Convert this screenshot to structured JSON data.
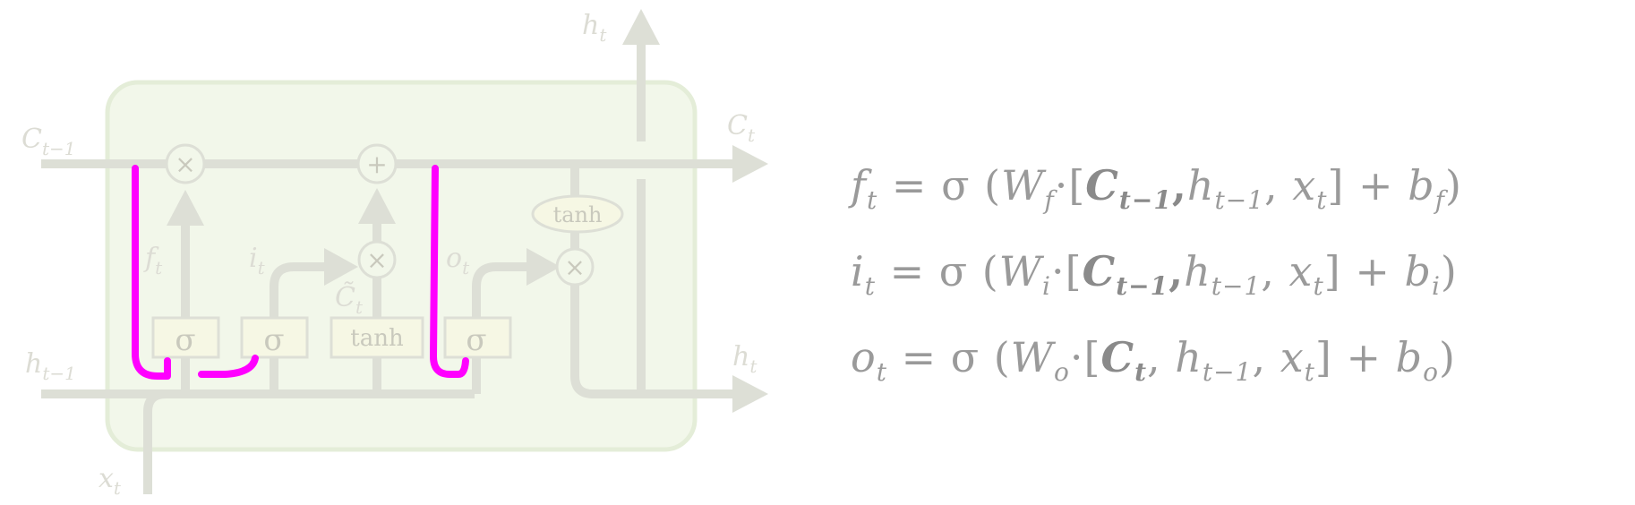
{
  "diagram": {
    "labels": {
      "h_t_top": {
        "base": "h",
        "sub": "t"
      },
      "c_prev": {
        "base": "C",
        "sub": "t−1"
      },
      "c_t": {
        "base": "C",
        "sub": "t"
      },
      "h_prev": {
        "base": "h",
        "sub": "t−1"
      },
      "h_t_right": {
        "base": "h",
        "sub": "t"
      },
      "x_t": {
        "base": "x",
        "sub": "t"
      },
      "f_t": {
        "base": "f",
        "sub": "t"
      },
      "i_t": {
        "base": "i",
        "sub": "t"
      },
      "c_tilde": {
        "base": "C̃",
        "sub": "t"
      },
      "o_t": {
        "base": "o",
        "sub": "t"
      }
    },
    "gates": {
      "sigma1": "σ",
      "sigma2": "σ",
      "tanh_box": "tanh",
      "sigma3": "σ",
      "tanh_oval": "tanh"
    },
    "ops": {
      "mult_forget": "×",
      "add_cell": "+",
      "mult_input": "×",
      "mult_output": "×"
    },
    "colors": {
      "cell_fill": "#f2f7ea",
      "cell_border": "#e4edd8",
      "line": "#dddfd6",
      "highlight": "#ff00ff",
      "gate_fill": "#f6f7e4"
    }
  },
  "equations": [
    {
      "lhs": {
        "base": "f",
        "sub": "t"
      },
      "eq": " = σ (",
      "w": {
        "base": "W",
        "sub": "f"
      },
      "dot": "·[",
      "c": {
        "base": "C",
        "sub": "t−1"
      },
      "sep": ",",
      "h": {
        "base": "h",
        "sub": "t−1"
      },
      "sep2": ", ",
      "x": {
        "base": "x",
        "sub": "t"
      },
      "plus": "]  +  ",
      "b": {
        "base": "b",
        "sub": "f"
      },
      "close": ")"
    },
    {
      "lhs": {
        "base": "i",
        "sub": "t"
      },
      "eq": " = σ (",
      "w": {
        "base": "W",
        "sub": "i"
      },
      "dot": "·[",
      "c": {
        "base": "C",
        "sub": "t−1"
      },
      "sep": ",",
      "h": {
        "base": "h",
        "sub": "t−1"
      },
      "sep2": ", ",
      "x": {
        "base": "x",
        "sub": "t"
      },
      "plus": "]  +  ",
      "b": {
        "base": "b",
        "sub": "i"
      },
      "close": ")"
    },
    {
      "lhs": {
        "base": "o",
        "sub": "t"
      },
      "eq": " = σ (",
      "w": {
        "base": "W",
        "sub": "o"
      },
      "dot": "·[",
      "c": {
        "base": "C",
        "sub": "t"
      },
      "sep": ", ",
      "h": {
        "base": "h",
        "sub": "t−1"
      },
      "sep2": ", ",
      "x": {
        "base": "x",
        "sub": "t"
      },
      "plus": "]  +  ",
      "b": {
        "base": "b",
        "sub": "o"
      },
      "close": ")"
    }
  ]
}
